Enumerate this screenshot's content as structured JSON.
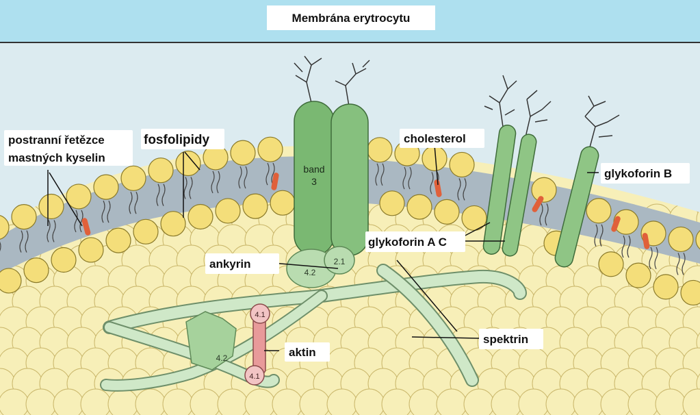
{
  "title": "Membrána erytrocytu",
  "labels": {
    "side_chains_line1": "postranní řetězce",
    "side_chains_line2": "mastných kyselin",
    "phospholipids": "fosfolipidy",
    "band3_line1": "band",
    "band3_line2": "3",
    "cholesterol": "cholesterol",
    "glycophorin_b": "glykoforin B",
    "glycophorin_ac": "glykoforin A C",
    "ankyrin": "ankyrin",
    "actin": "aktin",
    "spectrin": "spektrin",
    "protein_21": "2.1",
    "protein_42_top": "4.2",
    "protein_42_bottom": "4.2",
    "protein_41_top": "4.1",
    "protein_41_bottom": "4.1"
  },
  "colors": {
    "header_bg": "#aee0ef",
    "background": "#dcebf0",
    "lipid_head": "#f4de7a",
    "lipid_stroke": "#8a7a2a",
    "bilayer_core": "#aab8c2",
    "cytoplasm": "#f7efb8",
    "protein_green": "#7ab872",
    "protein_light": "#b9dcb0",
    "spectrin": "#cfe8c8",
    "cholesterol": "#e0603a",
    "actin": "#e89a9a",
    "sugar": "#333333"
  }
}
